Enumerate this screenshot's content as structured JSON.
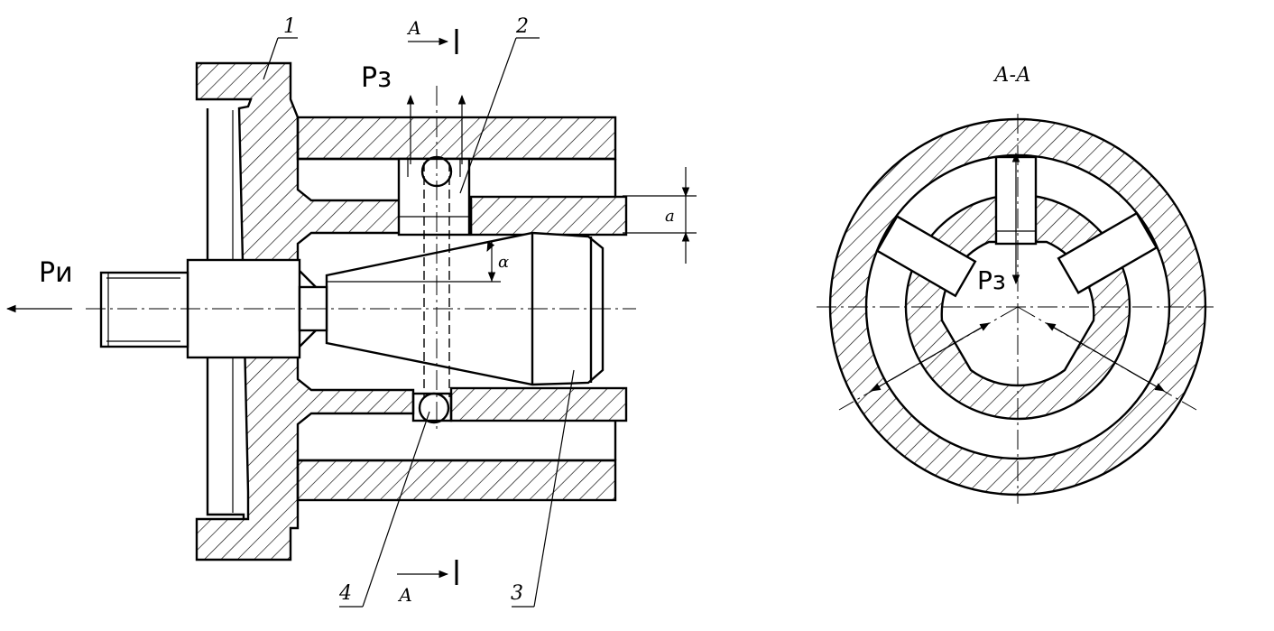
{
  "labels": {
    "p_i": "Ри",
    "p_z_top": "Рз",
    "p_z_section": "Рз",
    "section_title": "А-А",
    "section_mark_top": "А",
    "section_mark_bottom": "А",
    "alpha": "α",
    "dim_a": "а"
  },
  "callouts": [
    "1",
    "2",
    "3",
    "4"
  ]
}
